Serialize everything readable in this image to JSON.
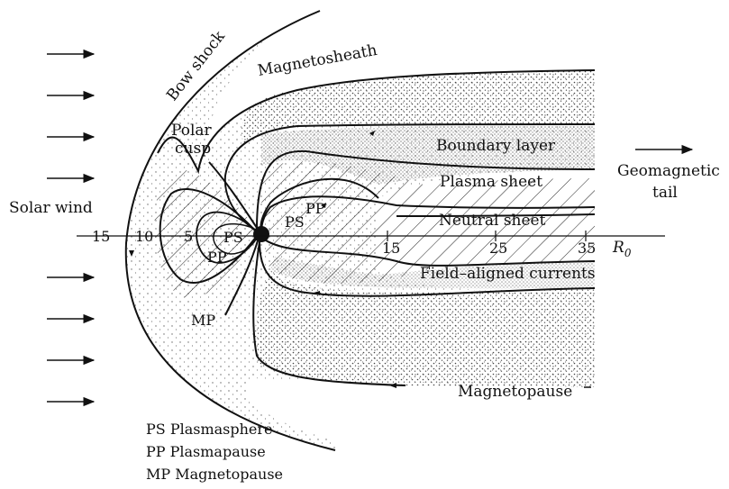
{
  "labels": {
    "solar_wind": "Solar wind",
    "bow_shock": "Bow shock",
    "magnetosheath": "Magnetosheath",
    "polar_cusp_line1": "Polar",
    "polar_cusp_line2": "cusp",
    "boundary_layer": "Boundary layer",
    "plasma_sheet": "Plasma sheet",
    "neutral_sheet": "Neutral sheet",
    "geomagnetic_tail_line1": "Geomagnetic",
    "geomagnetic_tail_line2": "tail",
    "field_aligned_currents": "Field–aligned currents",
    "magnetopause": "Magnetopause",
    "pp_upper": "PP",
    "ps_upper": "PS",
    "ps_inner": "PS",
    "pp_lower": "PP",
    "mp": "MP"
  },
  "axis": {
    "ticks": [
      "15",
      "10",
      "5",
      "15",
      "25",
      "35"
    ],
    "unit": "R",
    "unit_sub": "0"
  },
  "legend": [
    "PS Plasmasphere",
    "PP Plasmapause",
    "MP Magnetopause"
  ],
  "colors": {
    "ink": "#111111",
    "stipple": "#555555",
    "background": "#ffffff"
  }
}
